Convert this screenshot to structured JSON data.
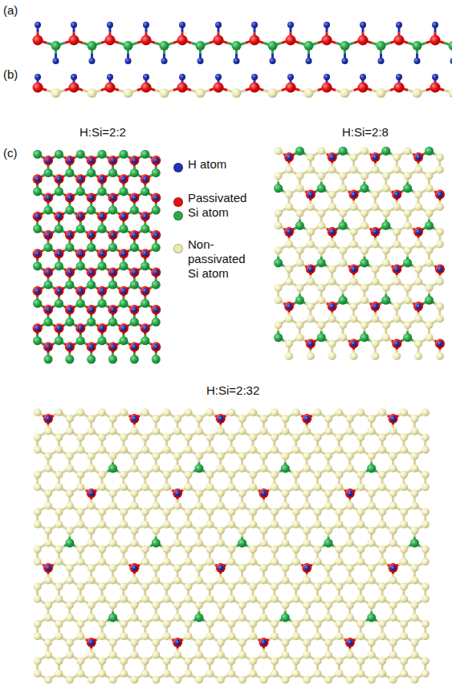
{
  "diagram": {
    "labels": [
      "(a)",
      "(b)",
      "(c)",
      "H:Si=2:2",
      "H:Si=2:8",
      "H:Si=2:32"
    ],
    "legend": [
      {
        "text": "H atom",
        "color": "#2233b0"
      },
      {
        "text": "Passivated",
        "color": "#e01414"
      },
      {
        "text": "Si atom",
        "color": "#2aa84a"
      },
      {
        "text": "Non-passivated Si atom",
        "color": "#ece8b4"
      }
    ]
  }
}
